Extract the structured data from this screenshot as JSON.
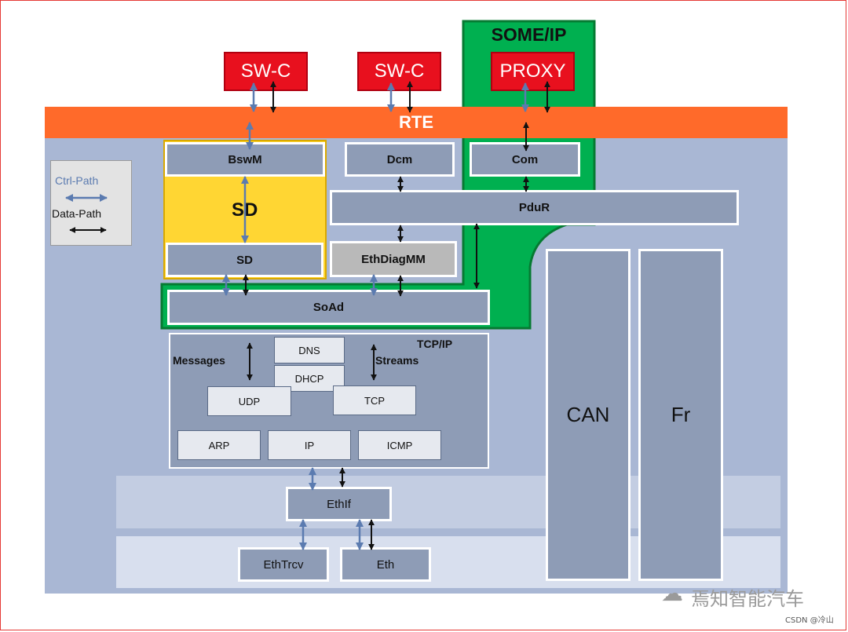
{
  "title": "SOME/IP",
  "rte": "RTE",
  "top": {
    "swc1": "SW-C",
    "swc2": "SW-C",
    "proxy": "PROXY"
  },
  "modules": {
    "bswm": "BswM",
    "dcm": "Dcm",
    "com": "Com",
    "sd_big": "SD",
    "pdur": "PduR",
    "sd": "SD",
    "ethdiagmm": "EthDiagMM",
    "soad": "SoAd",
    "can": "CAN",
    "fr": "Fr",
    "ethif": "EthIf",
    "ethtrcv": "EthTrcv",
    "eth": "Eth"
  },
  "tcpip": {
    "title": "TCP/IP",
    "messages": "Messages",
    "streams": "Streams",
    "dns": "DNS",
    "dhcp": "DHCP",
    "udp": "UDP",
    "tcp": "TCP",
    "arp": "ARP",
    "ip": "IP",
    "icmp": "ICMP"
  },
  "legend": {
    "ctrl": "Ctrl-Path",
    "data": "Data-Path"
  },
  "watermark": "焉知智能汽车",
  "credit": "CSDN @冷山",
  "colors": {
    "rte": "#ff6a2a",
    "some_ip": "#00b050",
    "sd_group": "#ffd633",
    "module": "#8e9cb6",
    "background": "#a9b7d4",
    "red": "#e8101e",
    "ctrl_arrow": "#5b7bb0",
    "data_arrow": "#000000"
  }
}
